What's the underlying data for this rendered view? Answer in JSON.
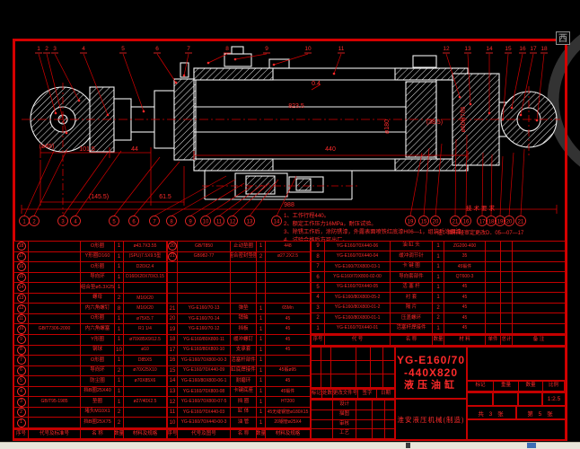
{
  "overlay": {
    "watermark": "西"
  },
  "drawing": {
    "balloons_top": [
      "1",
      "2",
      "3",
      "4",
      "5",
      "6",
      "7",
      "8",
      "9",
      "10",
      "11",
      "12",
      "13",
      "14",
      "15",
      "16",
      "17",
      "18"
    ],
    "balloons_bottom": [
      "1",
      "2",
      "3",
      "4",
      "5",
      "6",
      "7",
      "8",
      "9",
      "10",
      "11",
      "12",
      "13",
      "14",
      "19",
      "15",
      "20",
      "21",
      "16",
      "17",
      "18",
      "19",
      "20",
      "21"
    ],
    "dimensions": {
      "eye_bore": "(ø45)",
      "len1": "101.5",
      "len2": "44",
      "total_len": "823.5",
      "finish": "0.4",
      "cushion": "(38.5)",
      "rod_fit": "ø60H7/f6",
      "bore": "ø180",
      "stroke": "440",
      "len3": "(145.5)",
      "len4": "61.5",
      "overall": "988"
    },
    "notes_title": "技术要求",
    "notes": [
      "1、工作行程440。",
      "2、额定工作压力16MPa，耐压试验。",
      "3、除锈工作后，涂防锈漆，外露表面喷铁红底漆H06—1，组装后涂面漆。",
      "4、试验合格后方可出厂。"
    ],
    "revision_note": "注：图样经审定更改D．05—07—17"
  },
  "tables": {
    "left_rows": [
      [
        "18",
        "",
        "O形圈",
        "1",
        "ø43.7X3.55"
      ],
      [
        "17",
        "",
        "Y形圈D160",
        "1",
        "(SPU)7.5X9.5型"
      ],
      [
        "16",
        "",
        "O形圈",
        "1",
        "D20X2.4"
      ],
      [
        "15",
        "",
        "导向环",
        "1",
        "D160X20X70X3.15"
      ],
      [
        "14",
        "",
        "组合垫ø5.3X25",
        "1",
        ""
      ],
      [
        "13",
        "",
        "螺母",
        "2",
        "M16X20"
      ],
      [
        "12",
        "",
        "内六角螺钉",
        "8",
        "M16X20"
      ],
      [
        "11",
        "",
        "O形圈",
        "1",
        "ø75X5.7"
      ],
      [
        "10",
        "GB/T7306-2000",
        "内六角螺塞",
        "1",
        "R1 1/4"
      ],
      [
        "9",
        "",
        "Y形圈",
        "1",
        "ø70X85X9/12.5"
      ],
      [
        "8",
        "",
        "钢球",
        "10",
        "ø10"
      ],
      [
        "7",
        "",
        "O形圈",
        "1",
        "D85X5"
      ],
      [
        "6",
        "",
        "导向环",
        "2",
        "ø70X25X10"
      ],
      [
        "5",
        "",
        "防尘圈",
        "1",
        "ø70X85X6"
      ],
      [
        "4",
        "",
        "挡B圈25X40",
        "1",
        ""
      ],
      [
        "3",
        "GB/T95-1985",
        "垫圈",
        "1",
        "ø27/40X2.5"
      ],
      [
        "2",
        "",
        "堵头M10X1",
        "2",
        ""
      ],
      [
        "1",
        "",
        "挡B圈25X75",
        "2",
        ""
      ]
    ],
    "middle_rows": [
      {
        "no": "20",
        "circled": true,
        "code": "GB/T850",
        "name": "止动垫圈",
        "qty": "1",
        "spec": "448"
      },
      {
        "no": "21",
        "circled": true,
        "code": "GB982-77",
        "name": "组合密封垫圈",
        "qty": "2",
        "spec": "ø27.2X2.5"
      },
      {
        "no": "",
        "circled": false,
        "code": "",
        "name": "",
        "qty": "",
        "spec": ""
      },
      {
        "no": "",
        "circled": false,
        "code": "",
        "name": "",
        "qty": "",
        "spec": ""
      },
      {
        "no": "",
        "circled": false,
        "code": "",
        "name": "",
        "qty": "",
        "spec": ""
      },
      {
        "no": "",
        "circled": false,
        "code": "",
        "name": "",
        "qty": "",
        "spec": ""
      },
      {
        "no": "21",
        "circled": false,
        "code": "YG-E160/70-13",
        "name": "弹垫",
        "qty": "1",
        "spec": "65Mn"
      },
      {
        "no": "20",
        "circled": false,
        "code": "YG-E160/70-14",
        "name": "销轴",
        "qty": "1",
        "spec": "45"
      },
      {
        "no": "19",
        "circled": false,
        "code": "YG-E160/70-12",
        "name": "挡板",
        "qty": "1",
        "spec": "45"
      },
      {
        "no": "18",
        "circled": false,
        "code": "YG-E160/80X800-11",
        "name": "缓冲螺钉",
        "qty": "1",
        "spec": "45"
      },
      {
        "no": "17",
        "circled": false,
        "code": "YG-E160/80X800-10",
        "name": "支承套",
        "qty": "1",
        "spec": "45"
      },
      {
        "no": "16",
        "circled": false,
        "code": "YG-E160/70X800-00-3",
        "name": "活塞杆部件",
        "qty": "1",
        "spec": ""
      },
      {
        "no": "15",
        "circled": false,
        "code": "YG-E160/70X440-09",
        "name": "缸底焊接件",
        "qty": "1",
        "spec": "45锻ø95"
      },
      {
        "no": "14",
        "circled": false,
        "code": "YG-E160/80X800-06-1",
        "name": "耐磨环",
        "qty": "1",
        "spec": "45"
      },
      {
        "no": "13",
        "circled": false,
        "code": "YG-E160/70X800-08",
        "name": "卡键底座",
        "qty": "1",
        "spec": "45锻件"
      },
      {
        "no": "12",
        "circled": false,
        "code": "YG-E160/70X800-07-5",
        "name": "挡 圈",
        "qty": "1",
        "spec": "HT200"
      },
      {
        "no": "11",
        "circled": false,
        "code": "YG-E160/70X440-03",
        "name": "缸 体",
        "qty": "1",
        "spec": "45无缝钢管ø180X15"
      },
      {
        "no": "10",
        "circled": false,
        "code": "YG-E160/70X440-00-3",
        "name": "油 管",
        "qty": "1",
        "spec": "20钢管ø25X4"
      }
    ],
    "right_rows": [
      [
        "9",
        "YG-E160/70X440-06",
        "油 缸 头",
        "1",
        "ZG200-400"
      ],
      [
        "8",
        "YG-E160/70X440-04",
        "缓冲调节针",
        "1",
        "35"
      ],
      [
        "7",
        "YG-E160/70X800-03-1",
        "卡 键 圈",
        "1",
        "45锻件"
      ],
      [
        "6",
        "YG-E160/70X800-02-00",
        "导向套部件",
        "1",
        "QT600-3"
      ],
      [
        "5",
        "YG-E160/70X440-05",
        "活 塞 杆",
        "1",
        "45"
      ],
      [
        "4",
        "YG-E160/80X800-05-2",
        "衬  套",
        "1",
        "45"
      ],
      [
        "3",
        "YG-E160/80X800-01-2",
        "隔  片",
        "2",
        "45"
      ],
      [
        "2",
        "YG-E160/80X800-01-1",
        "压盖螺环",
        "2",
        "45"
      ],
      [
        "1",
        "YG-E160/70X440-01",
        "活塞杆焊接件",
        "1",
        "45"
      ]
    ],
    "right_header": [
      "序号",
      "代  号",
      "名  称",
      "数量",
      "材  料",
      "单件",
      "总计",
      "备 注"
    ],
    "bottom_header_left": [
      "序号",
      "代号及标准号",
      "名  称",
      "数量",
      "材料及规格"
    ],
    "bottom_header_middle": [
      "序号",
      "代号及图号",
      "名  称",
      "数量",
      "材料及规格"
    ]
  },
  "revision": {
    "header": [
      "标记",
      "处数",
      "更改文件号",
      "签字",
      "日期"
    ],
    "signers": [
      "设计",
      "描图",
      "审核",
      "工艺"
    ]
  },
  "titleblock": {
    "model_line1": "YG-E160/70",
    "model_line2": "-440X820",
    "product": "液压油缸",
    "company": "淮安液压机械(制造)",
    "labels": [
      "标记",
      "重量",
      "数量",
      "比例"
    ],
    "scale": "1:2.5",
    "sheet_total": "共 3 张",
    "sheet_no": "第 5 张"
  }
}
